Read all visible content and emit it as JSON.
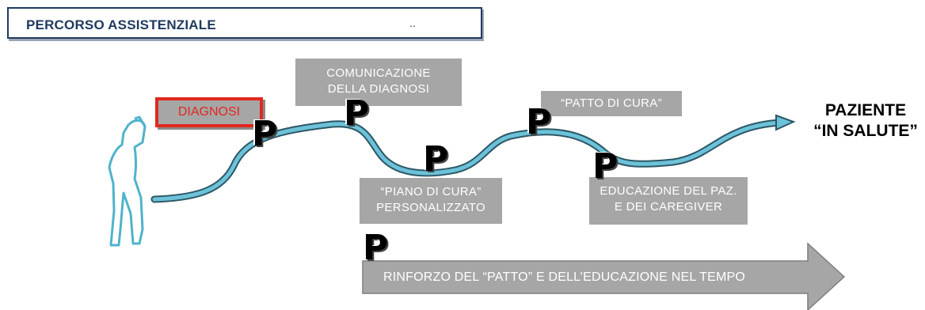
{
  "header": {
    "title": "PERCORSO ASSISTENZIALE",
    "mark": ".."
  },
  "steps": {
    "diagnosi": "DIAGNOSI",
    "comunicazione": [
      "COMUNICAZIONE",
      "DELLA DIAGNOSI"
    ],
    "piano": [
      "“PIANO DI CURA”",
      "PERSONALIZZATO"
    ],
    "patto": "“PATTO DI CURA”",
    "educazione": [
      "EDUCAZIONE DEL PAZ.",
      "E DEI CAREGIVER"
    ]
  },
  "goal": [
    "PAZIENTE",
    "“IN SALUTE”"
  ],
  "p_marker": "P",
  "bottom_arrow_label": "RINFORZO DEL “PATTO” E DELL’EDUCAZIONE NEL TEMPO",
  "colors": {
    "path": "#5bb7cf",
    "path_outline": "#2c5766",
    "box_gray": "#a6a6a6",
    "accent_red": "#e0281f",
    "title_navy": "#1f3a5f"
  }
}
